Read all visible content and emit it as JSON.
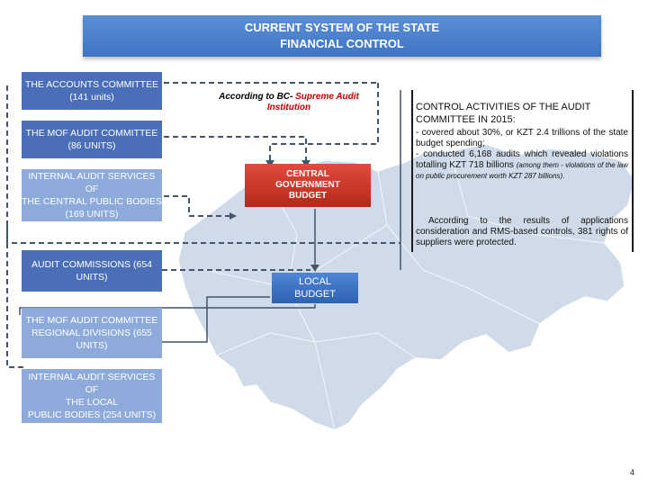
{
  "title": {
    "line1": "CURRENT SYSTEM OF THE STATE",
    "line2": "FINANCIAL CONTROL"
  },
  "left_boxes": {
    "accounts_committee": [
      "THE ACCOUNTS COMMITTEE",
      "(141 units)"
    ],
    "mof_audit_committee": [
      "THE MOF AUDIT COMMITTEE",
      "(86 UNITS)"
    ],
    "internal_audit_central": [
      "INTERNAL AUDIT SERVICES OF",
      "THE CENTRAL PUBLIC BODIES",
      "(169 UNITS)"
    ],
    "audit_commissions": [
      "AUDIT COMMISSIONS (654",
      "UNITS)"
    ],
    "mof_regional": [
      "THE MOF AUDIT COMMITTEE",
      "REGIONAL DIVISIONS (655",
      "UNITS)"
    ],
    "internal_audit_local": [
      "INTERNAL AUDIT SERVICES OF",
      "THE LOCAL",
      "PUBLIC BODIES (254 UNITS)"
    ]
  },
  "note": {
    "prefix": "According to BC- ",
    "highlight": "Supreme Audit",
    "line2": "Institution"
  },
  "central_budget": [
    "CENTRAL",
    "GOVERNMENT",
    "BUDGET"
  ],
  "local_budget": [
    "LOCAL",
    "BUDGET"
  ],
  "right_panel": {
    "heading_line1": "CONTROL  ACTIVITIES  OF  THE  AUDIT",
    "heading_line2": "COMMITTEE IN 2015:",
    "bullet1": "-   covered about 30%, or KZT 2.4 trillions of the state budget spending;",
    "bullet2_main": "-   conducted   6,168   audits   which   revealed violations totalling KZT 718 billions",
    "bullet2_paren": "(among them - violations of the law on public procurement worth KZT 287 billions).",
    "paragraph": "According  to  the  results  of  applications consideration  and  RMS-based  controls,  381 rights of suppliers were protected."
  },
  "page_number": "4",
  "colors": {
    "banner": "#4a80cc",
    "light_box": "#8eaadb",
    "dark_box": "#4a6fb8",
    "red_box": "#c0392b",
    "blue_box": "#3b6fc2",
    "map": "#cfdbe9",
    "connector_dash": "#44546a"
  }
}
